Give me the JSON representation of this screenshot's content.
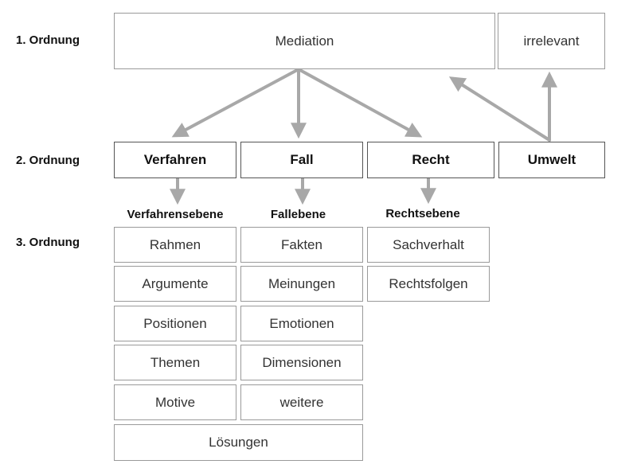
{
  "levels": {
    "first": "1. Ordnung",
    "second": "2. Ordnung",
    "third": "3. Ordnung"
  },
  "top": {
    "mediation": "Mediation",
    "irrelevant": "irrelevant"
  },
  "second_order": {
    "verfahren": "Verfahren",
    "fall": "Fall",
    "recht": "Recht",
    "umwelt": "Umwelt"
  },
  "third_order": {
    "verfahrensebene": {
      "title": "Verfahrensebene",
      "items": [
        "Rahmen",
        "Argumente",
        "Positionen",
        "Themen",
        "Motive"
      ]
    },
    "fallebene": {
      "title": "Fallebene",
      "items": [
        "Fakten",
        "Meinungen",
        "Emotionen",
        "Dimensionen",
        "weitere"
      ]
    },
    "rechtsebene": {
      "title": "Rechtsebene",
      "items": [
        "Sachverhalt",
        "Rechtsfolgen"
      ]
    },
    "shared": "Lösungen"
  },
  "colors": {
    "arrow": "#a8a8a8",
    "box_border": "#9a9a9a",
    "bold_border": "#555555"
  }
}
